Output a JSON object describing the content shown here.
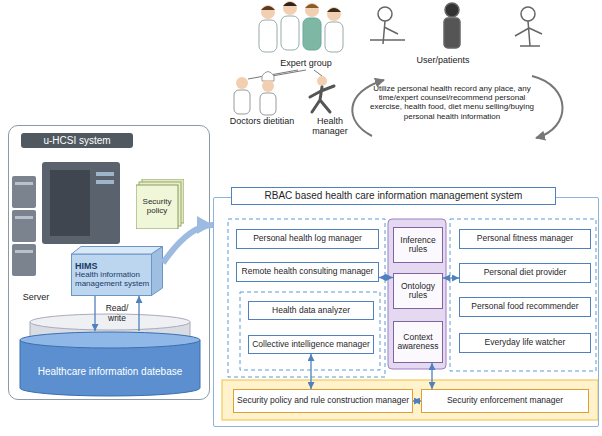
{
  "diagram": {
    "nodes": [
      {
        "text": [
          "u-HCSI system"
        ]
      },
      {
        "text": [
          "Security policy"
        ],
        "in": 0
      },
      {
        "text": [
          "HIMS",
          "Health information management system"
        ],
        "in": 0
      },
      {
        "text": [
          "Healthcare information datebase"
        ],
        "in": 0
      },
      {
        "text": [
          "RBAC based health care information management system"
        ]
      },
      {
        "text": [
          "Personal health log manager"
        ],
        "in": 4
      },
      {
        "text": [
          "Remote health consulting manager"
        ],
        "in": 4
      },
      {
        "text": [
          "Health data analyzer"
        ],
        "in": 4
      },
      {
        "text": [
          "Collective intelligence manager"
        ],
        "in": 4
      },
      {
        "text": [
          "Inference rules"
        ],
        "in": 4
      },
      {
        "text": [
          "Ontology rules"
        ],
        "in": 4
      },
      {
        "text": [
          "Context awareness"
        ],
        "in": 4
      },
      {
        "text": [
          "Personal fitness manager"
        ],
        "in": 4
      },
      {
        "text": [
          "Personal diet provider"
        ],
        "in": 4
      },
      {
        "text": [
          "Personal food recommender"
        ],
        "in": 4
      },
      {
        "text": [
          "Everyday life watcher"
        ],
        "in": 4
      },
      {
        "text": [
          "Security policy and rule construction manager"
        ],
        "in": 4
      },
      {
        "text": [
          "Security enforcement manager"
        ],
        "in": 4
      }
    ],
    "edges": [
      {
        "from": 2,
        "to": 4,
        "arrow": "to"
      },
      {
        "from": 2,
        "to": 3,
        "arrow": "to",
        "label": "Read/ write"
      },
      {
        "from": 3,
        "to": 2,
        "arrow": "to"
      },
      {
        "from": 6,
        "to": 10,
        "arrow": "both"
      },
      {
        "from": 10,
        "to": 13,
        "arrow": "both"
      },
      {
        "from": 8,
        "to": 16,
        "arrow": "both"
      },
      {
        "from": 11,
        "to": 17,
        "arrow": "both"
      },
      {
        "from": 16,
        "to": 17,
        "arrow": "both"
      }
    ],
    "labels": [
      "Expert group",
      "User/patients",
      "Utilize personal health record any place, any time/expert counsel/recommend personal exercise, health food, diet menu selling/buying personal health information",
      "Doctors dietitian",
      "Health manager",
      "Server"
    ]
  }
}
